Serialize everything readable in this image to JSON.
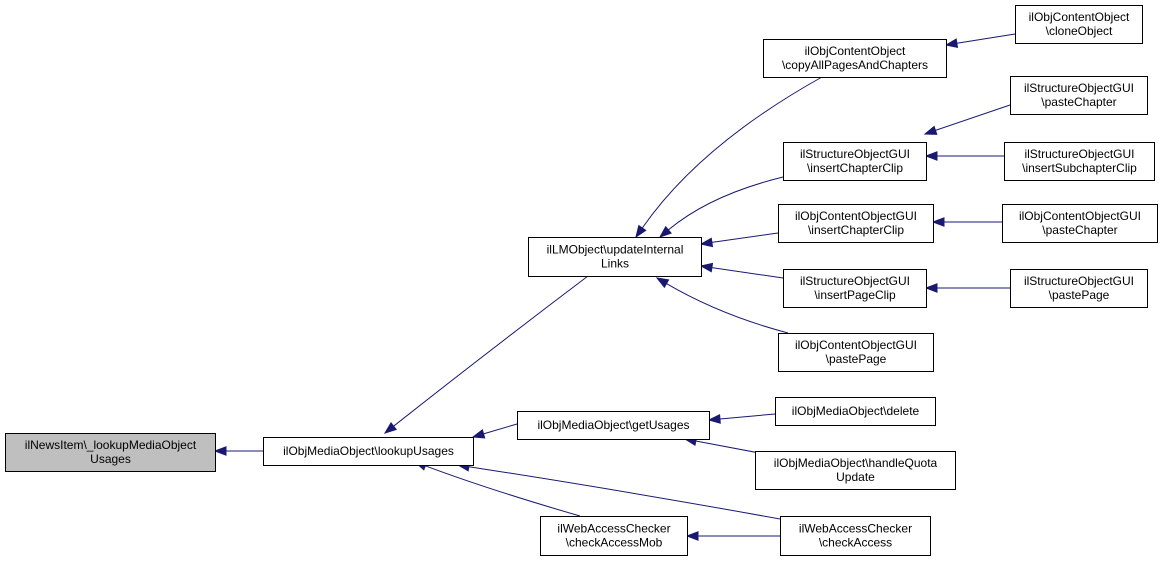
{
  "graph": {
    "nodes": [
      {
        "id": "n0",
        "lines": [
          "ilNewsItem\\_lookupMediaObject",
          "Usages"
        ],
        "highlighted": true
      },
      {
        "id": "n1",
        "lines": [
          "ilObjMediaObject\\lookupUsages"
        ]
      },
      {
        "id": "n2",
        "lines": [
          "ilLMObject\\updateInternal",
          "Links"
        ]
      },
      {
        "id": "n3",
        "lines": [
          "ilObjMediaObject\\getUsages"
        ]
      },
      {
        "id": "n4",
        "lines": [
          "ilWebAccessChecker",
          "\\checkAccessMob"
        ]
      },
      {
        "id": "n5",
        "lines": [
          "ilObjContentObject",
          "\\copyAllPagesAndChapters"
        ]
      },
      {
        "id": "n6",
        "lines": [
          "ilStructureObjectGUI",
          "\\insertChapterClip"
        ]
      },
      {
        "id": "n7",
        "lines": [
          "ilObjContentObjectGUI",
          "\\insertChapterClip"
        ]
      },
      {
        "id": "n8",
        "lines": [
          "ilStructureObjectGUI",
          "\\insertPageClip"
        ]
      },
      {
        "id": "n9",
        "lines": [
          "ilObjContentObjectGUI",
          "\\pastePage"
        ]
      },
      {
        "id": "n10",
        "lines": [
          "ilObjMediaObject\\delete"
        ]
      },
      {
        "id": "n11",
        "lines": [
          "ilObjMediaObject\\handleQuota",
          "Update"
        ]
      },
      {
        "id": "n12",
        "lines": [
          "ilWebAccessChecker",
          "\\checkAccess"
        ]
      },
      {
        "id": "n13",
        "lines": [
          "ilObjContentObject",
          "\\cloneObject"
        ]
      },
      {
        "id": "n14",
        "lines": [
          "ilStructureObjectGUI",
          "\\pasteChapter"
        ]
      },
      {
        "id": "n15",
        "lines": [
          "ilStructureObjectGUI",
          "\\insertSubchapterClip"
        ]
      },
      {
        "id": "n16",
        "lines": [
          "ilObjContentObjectGUI",
          "\\pasteChapter"
        ]
      },
      {
        "id": "n17",
        "lines": [
          "ilStructureObjectGUI",
          "\\pastePage"
        ]
      }
    ],
    "edges": [
      {
        "from": "n1",
        "to": "n0"
      },
      {
        "from": "n2",
        "to": "n1"
      },
      {
        "from": "n3",
        "to": "n1"
      },
      {
        "from": "n4",
        "to": "n1"
      },
      {
        "from": "n12",
        "to": "n1"
      },
      {
        "from": "n5",
        "to": "n2"
      },
      {
        "from": "n6",
        "to": "n2"
      },
      {
        "from": "n7",
        "to": "n2"
      },
      {
        "from": "n8",
        "to": "n2"
      },
      {
        "from": "n9",
        "to": "n2"
      },
      {
        "from": "n10",
        "to": "n3"
      },
      {
        "from": "n11",
        "to": "n3"
      },
      {
        "from": "n12",
        "to": "n4"
      },
      {
        "from": "n13",
        "to": "n5"
      },
      {
        "from": "n14",
        "to": "n6"
      },
      {
        "from": "n15",
        "to": "n6"
      },
      {
        "from": "n16",
        "to": "n7"
      },
      {
        "from": "n17",
        "to": "n8"
      }
    ],
    "colors": {
      "edge": "#191970",
      "highlight_fill": "#bfbfbf",
      "box_border": "#000000"
    }
  }
}
